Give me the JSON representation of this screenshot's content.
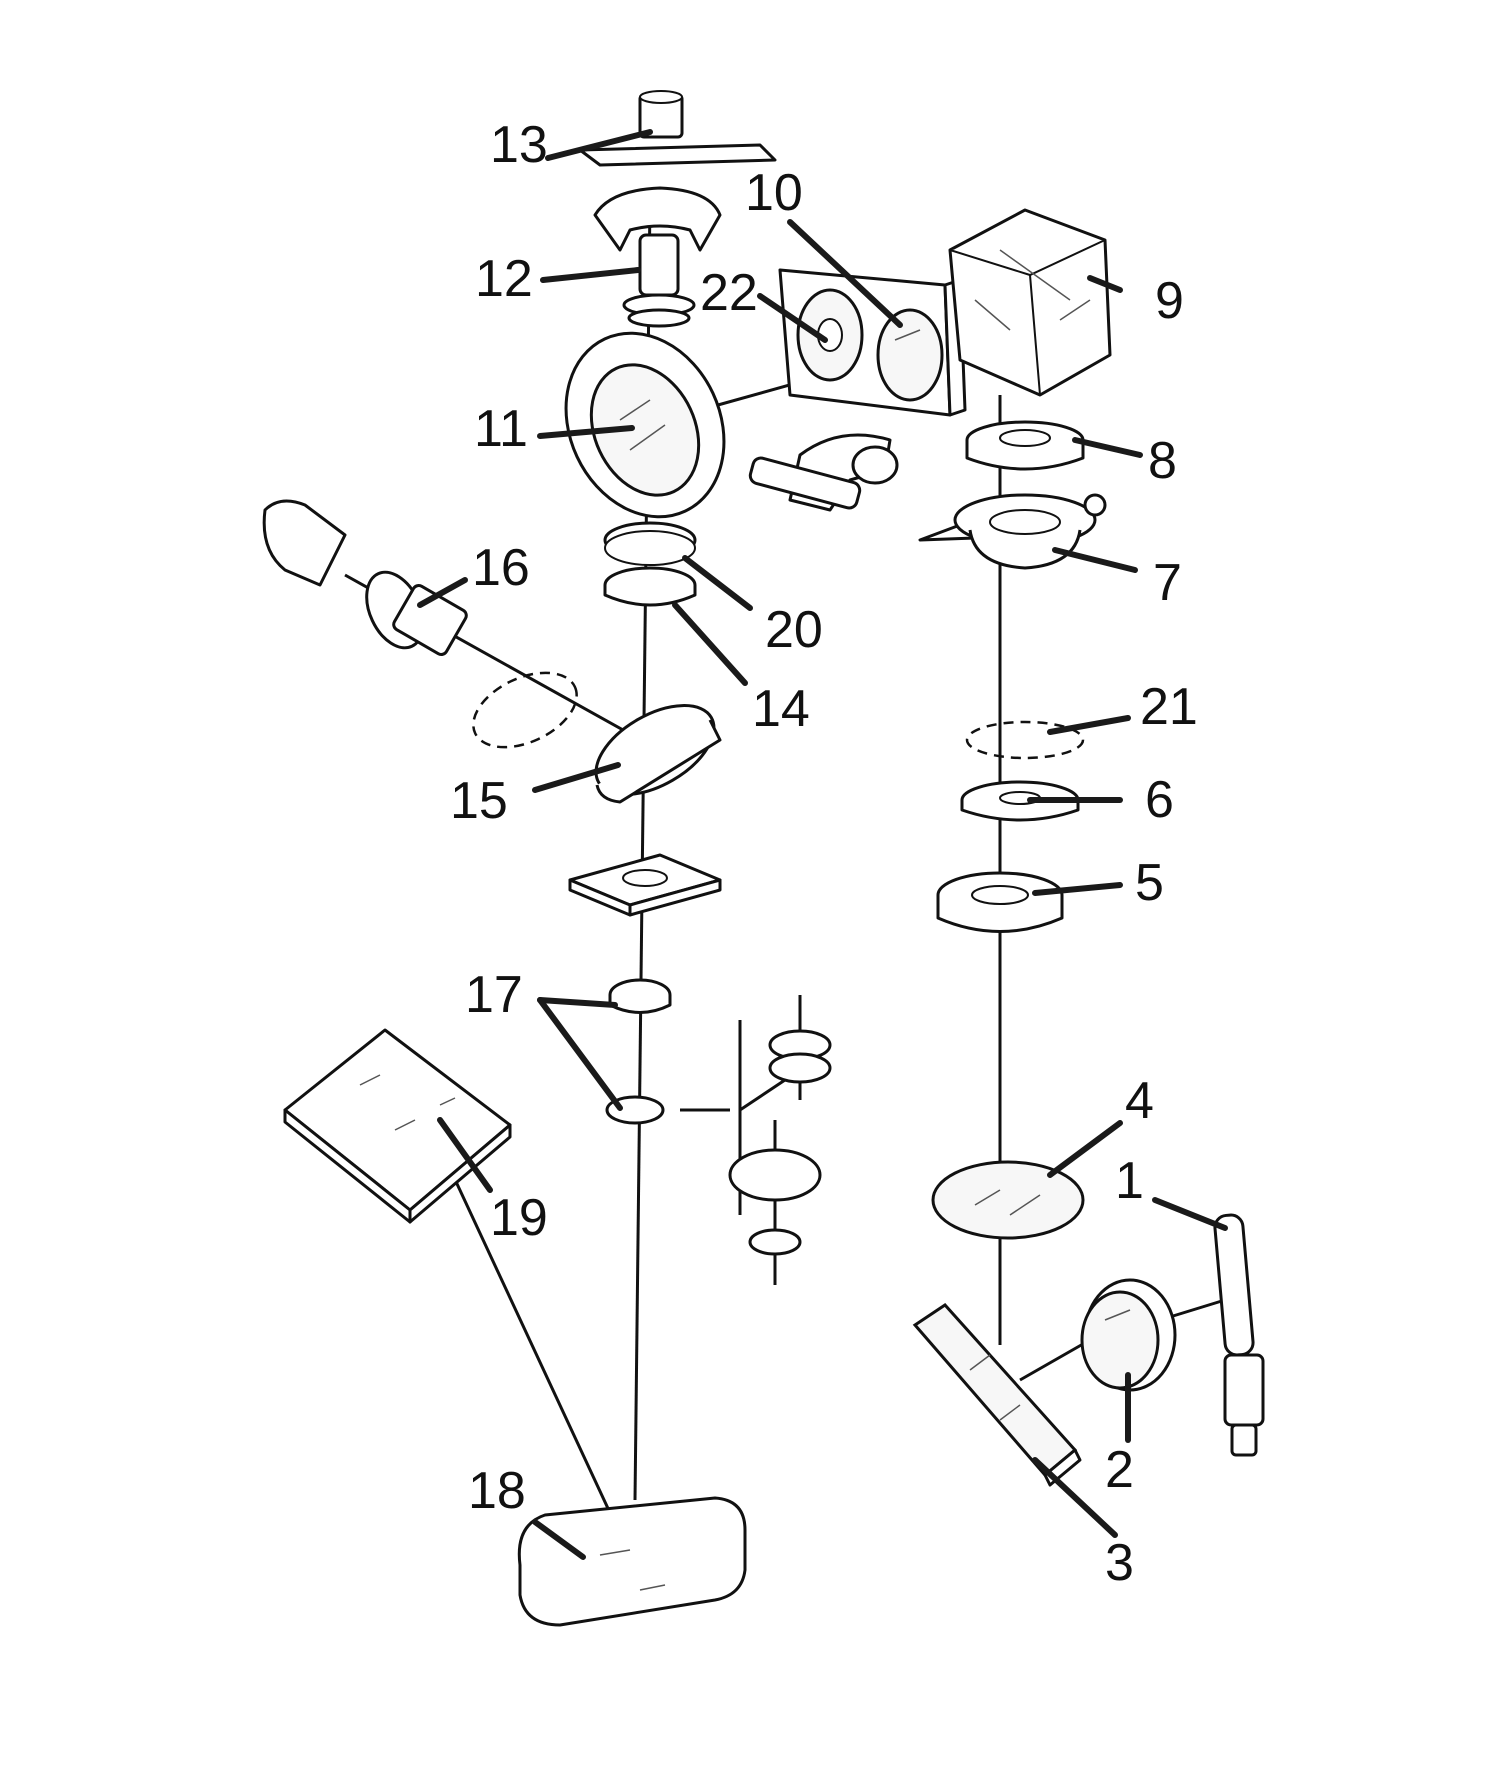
{
  "labels": {
    "l1": "1",
    "l2": "2",
    "l3": "3",
    "l4": "4",
    "l5": "5",
    "l6": "6",
    "l7": "7",
    "l8": "8",
    "l9": "9",
    "l10": "10",
    "l11": "11",
    "l12": "12",
    "l13": "13",
    "l14": "14",
    "l15": "15",
    "l16": "16",
    "l17": "17",
    "l18": "18",
    "l19": "19",
    "l20": "20",
    "l21": "21",
    "l22": "22"
  },
  "colors": {
    "ink": "#111111",
    "background": "#ffffff"
  }
}
